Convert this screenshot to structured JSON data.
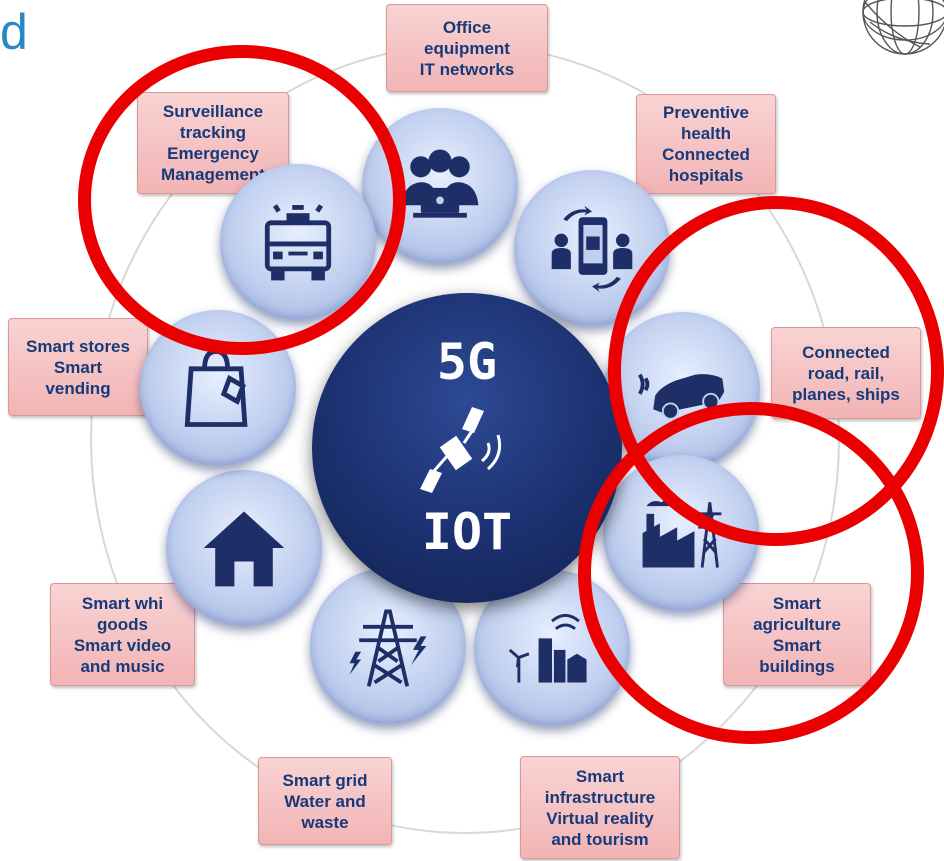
{
  "header": {
    "title_fragment": "d"
  },
  "center": {
    "top_text": "5G",
    "bottom_text": "IOT",
    "icon": "satellite-icon"
  },
  "categories": [
    {
      "id": "office",
      "label": "Office\nequipment\nIT networks",
      "icon": "people-laptop-icon"
    },
    {
      "id": "health",
      "label": "Preventive\nhealth\nConnected\nhospitals",
      "icon": "telemedicine-icon"
    },
    {
      "id": "transport",
      "label": "Connected\nroad, rail,\nplanes, ships",
      "icon": "connected-car-icon"
    },
    {
      "id": "agriculture",
      "label": "Smart\nagriculture\nSmart\nbuildings",
      "icon": "factory-tower-icon"
    },
    {
      "id": "infrastructure",
      "label": "Smart\ninfrastructure\nVirtual reality\nand tourism",
      "icon": "city-wind-icon"
    },
    {
      "id": "grid",
      "label": "Smart grid\nWater and\nwaste",
      "icon": "power-pylon-icon"
    },
    {
      "id": "white-goods",
      "label": "Smart whi\ngoods\nSmart video\nand music",
      "icon": "house-icon"
    },
    {
      "id": "stores",
      "label": "Smart stores\nSmart\nvending",
      "icon": "shopping-bag-icon"
    },
    {
      "id": "surveillance",
      "label": "Surveillance\ntracking\nEmergency\nManagement",
      "icon": "fire-truck-icon"
    }
  ],
  "colors": {
    "label_bg": "#f6c3c4",
    "label_text": "#173a7a",
    "bubble": "#c0cfef",
    "icon": "#1d2f66",
    "center": "#1b306f",
    "annotation_red": "#ea0000",
    "title_blue": "#2a86c6"
  }
}
